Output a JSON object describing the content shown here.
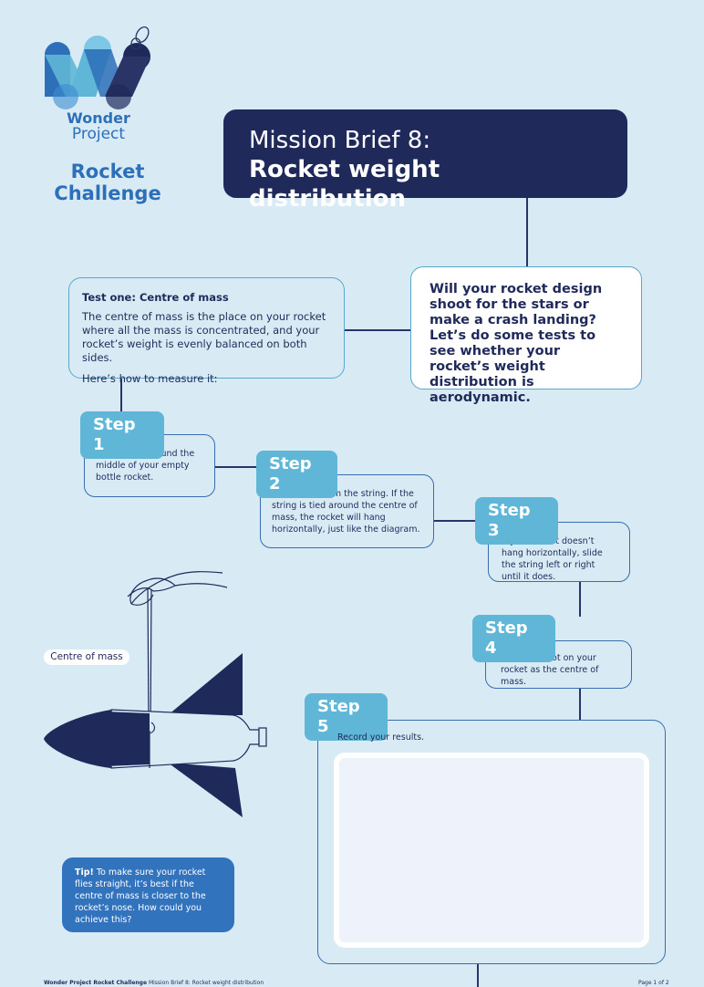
{
  "logo": {
    "line1": "Wonder",
    "line2": "Project"
  },
  "challenge_title": "Rocket Challenge",
  "mission": {
    "line1": "Mission Brief 8:",
    "line2": "Rocket weight distribution"
  },
  "intro": "Will your rocket design shoot for the stars or make a crash landing? Let’s do some tests to see whether your rocket’s weight distribution is aerodynamic.",
  "test_one": {
    "heading": "Test one: Centre of mass",
    "body": "The centre of mass is the place on your rocket where all the mass is concentrated, and your rocket’s weight is evenly balanced on both sides.",
    "how": "Here’s how to measure it:"
  },
  "steps": [
    {
      "label": "Step 1",
      "text": "Tie a string around the middle of your empty bottle rocket."
    },
    {
      "label": "Step 2",
      "text": "Let it hang from the string. If the string is tied around the centre of mass, the rocket will hang horizontally, just like the diagram."
    },
    {
      "label": "Step 3",
      "text": "If your rocket doesn’t hang horizontally, slide the string left or right until it does."
    },
    {
      "label": "Step 4",
      "text": "Mark the spot on your rocket as the centre of mass."
    },
    {
      "label": "Step 5",
      "text": "Record your results."
    }
  ],
  "centre_label": "Centre of mass",
  "tip": {
    "bold": "Tip!",
    "text": " To make sure your rocket flies straight, it’s best if the centre of mass is closer to the rocket’s nose. How could you achieve this?"
  },
  "footer": {
    "left_bold": "Wonder Project Rocket Challenge",
    "left_rest": " Mission Brief 8: Rocket weight distribution",
    "right": "Page 1 of 2"
  },
  "colors": {
    "navy": "#1f2a5a",
    "accent_blue": "#2d6fb8",
    "light_blue": "#5fb6d6",
    "background": "#d8ebf4"
  }
}
